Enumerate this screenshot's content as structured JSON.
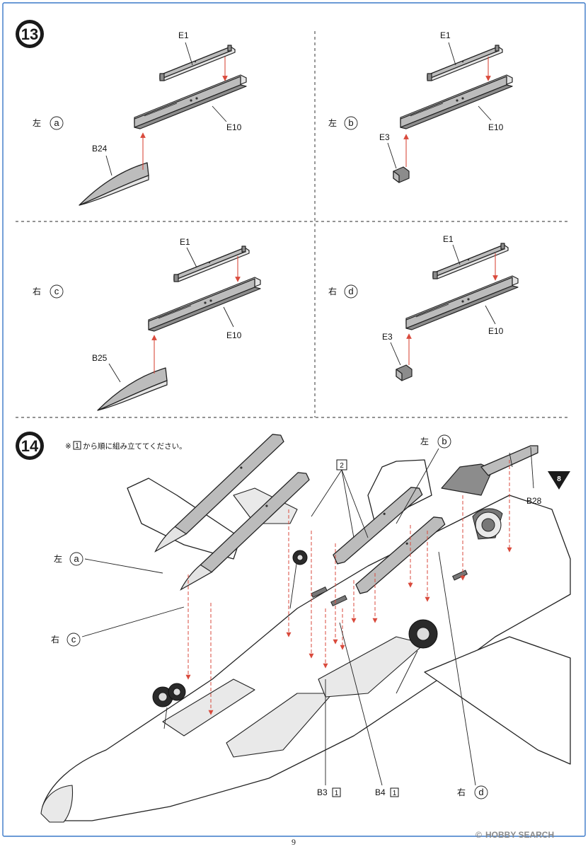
{
  "step13": {
    "number": "13",
    "panel_a": {
      "side": "左",
      "variant": "a",
      "rail_top": "E1",
      "rail_main": "E10",
      "nose": "B24"
    },
    "panel_b": {
      "side": "左",
      "variant": "b",
      "rail_top": "E1",
      "rail_main": "E10",
      "cap": "E3"
    },
    "panel_c": {
      "side": "右",
      "variant": "c",
      "rail_top": "E1",
      "rail_main": "E10",
      "nose": "B25"
    },
    "panel_d": {
      "side": "右",
      "variant": "d",
      "rail_top": "E1",
      "rail_main": "E10",
      "cap": "E3"
    }
  },
  "step14": {
    "number": "14",
    "note": {
      "prefix": "※",
      "box_num": "1",
      "suffix": "から順に組み立ててください。"
    },
    "sub_step": "2",
    "left_a": {
      "side": "左",
      "variant": "a"
    },
    "right_c": {
      "side": "右",
      "variant": "c"
    },
    "left_b": {
      "side": "左",
      "variant": "b"
    },
    "right_d": {
      "side": "右",
      "variant": "d"
    },
    "part_b28": "B28",
    "ref_step": "8",
    "part_b3": {
      "name": "B3",
      "box_num": "1"
    },
    "part_b4": {
      "name": "B4",
      "box_num": "1"
    }
  },
  "footer": {
    "page_number": "9",
    "watermark_sub": "©",
    "watermark_brand": "HOBBY SEARCH"
  },
  "colors": {
    "arrow_red": "#d94a3c",
    "border_blue": "#3a78c8",
    "part_gray": "#bcbcbc"
  },
  "icons": {
    "step_badge": "step-number-badge-icon",
    "variant_marker": "circled-letter-icon",
    "reference_marker": "step-reference-triangle-icon"
  }
}
